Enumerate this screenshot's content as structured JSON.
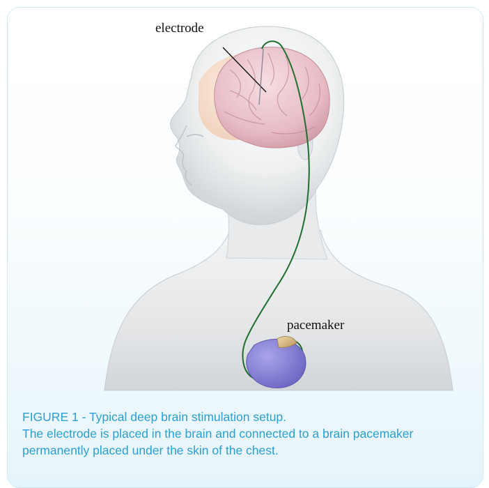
{
  "figure": {
    "labels": {
      "electrode": "electrode",
      "pacemaker": "pacemaker"
    },
    "caption": {
      "title": "FIGURE 1 - Typical deep brain stimulation setup.",
      "line1": "The electrode is placed in the brain and connected to a brain pacemaker",
      "line2": "permanently placed under the skin of the chest."
    }
  },
  "colors": {
    "caption_text": "#2a9fd0",
    "card_border": "#cdeaf3",
    "lead_wire": "#1f6e2e",
    "pacemaker_body": "#8c86d6",
    "brain": "#e9c2c9"
  },
  "icons": [
    "human-head-illustration",
    "brain-illustration",
    "pacemaker-device-illustration"
  ]
}
